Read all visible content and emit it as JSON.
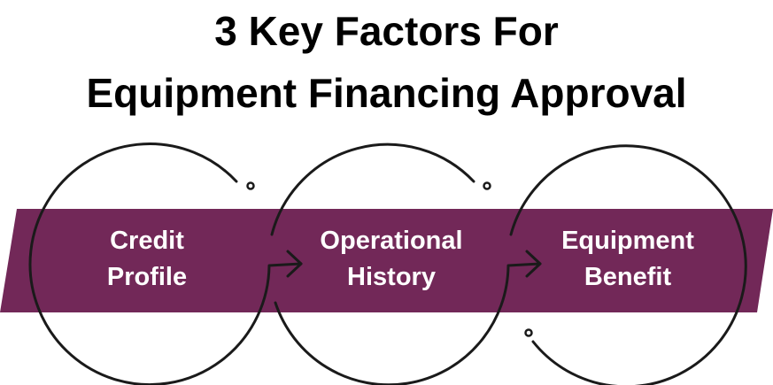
{
  "title": {
    "line1": "3 Key Factors For",
    "line2": "Equipment Financing Approval"
  },
  "steps": [
    {
      "line1": "Credit",
      "line2": "Profile"
    },
    {
      "line1": "Operational",
      "line2": "History"
    },
    {
      "line1": "Equipment",
      "line2": "Benefit"
    }
  ],
  "colors": {
    "banner": "#722858",
    "stroke": "#1a1a1a",
    "label": "#ffffff"
  }
}
